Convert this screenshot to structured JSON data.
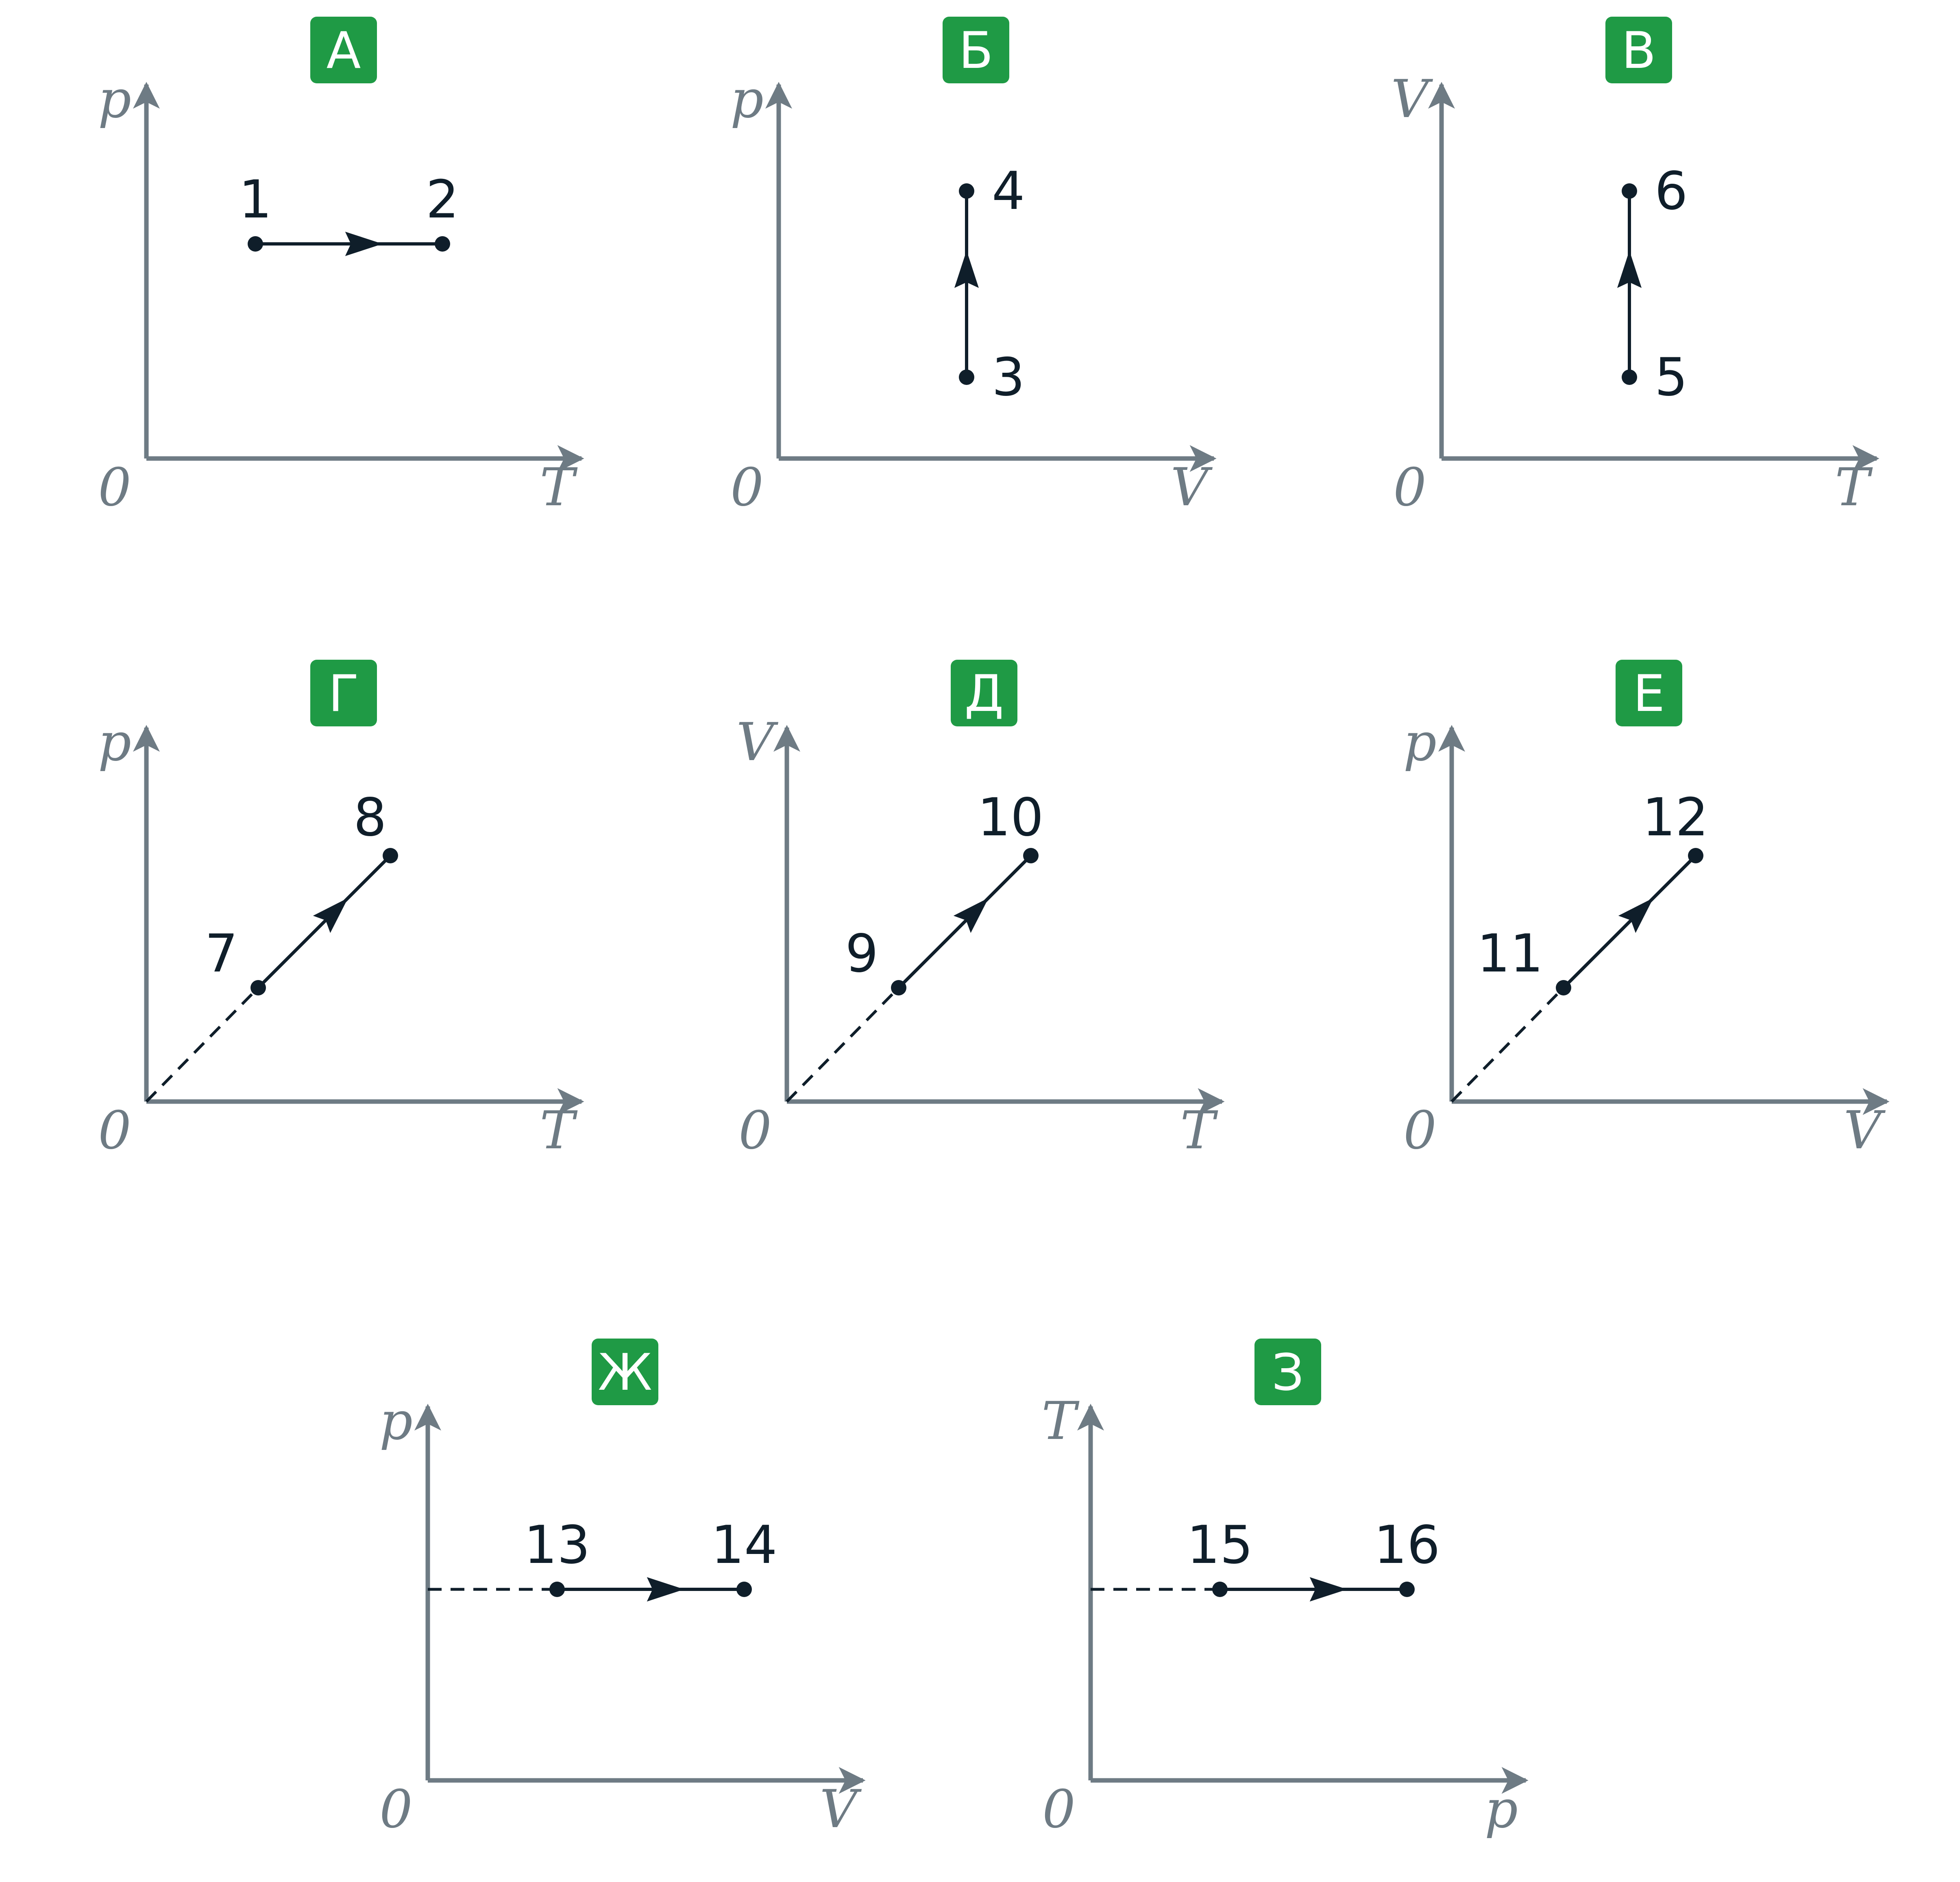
{
  "colors": {
    "badge": "#1f9a45",
    "badge_text": "#ffffff",
    "axis": "#6e7b84",
    "process": "#0f1e2a"
  },
  "panels": [
    {
      "id": "a",
      "badge": "А",
      "y_axis": "p",
      "x_axis": "T",
      "origin": "0",
      "path": "horizontal",
      "start": {
        "label": "1"
      },
      "end": {
        "label": "2"
      }
    },
    {
      "id": "b",
      "badge": "Б",
      "y_axis": "p",
      "x_axis": "V",
      "origin": "0",
      "path": "vertical",
      "start": {
        "label": "3"
      },
      "end": {
        "label": "4"
      }
    },
    {
      "id": "v",
      "badge": "В",
      "y_axis": "V",
      "x_axis": "T",
      "origin": "0",
      "path": "vertical",
      "start": {
        "label": "5"
      },
      "end": {
        "label": "6"
      }
    },
    {
      "id": "g",
      "badge": "Г",
      "y_axis": "p",
      "x_axis": "T",
      "origin": "0",
      "path": "diagonal-through-origin",
      "start": {
        "label": "7"
      },
      "end": {
        "label": "8"
      }
    },
    {
      "id": "d",
      "badge": "Д",
      "y_axis": "V",
      "x_axis": "T",
      "origin": "0",
      "path": "diagonal-through-origin",
      "start": {
        "label": "9"
      },
      "end": {
        "label": "10"
      }
    },
    {
      "id": "e",
      "badge": "Е",
      "y_axis": "p",
      "x_axis": "V",
      "origin": "0",
      "path": "diagonal-through-origin",
      "start": {
        "label": "11"
      },
      "end": {
        "label": "12"
      }
    },
    {
      "id": "zh",
      "badge": "Ж",
      "y_axis": "p",
      "x_axis": "V",
      "origin": "0",
      "path": "horizontal-with-dashed-projection",
      "start": {
        "label": "13"
      },
      "end": {
        "label": "14"
      }
    },
    {
      "id": "z",
      "badge": "З",
      "y_axis": "T",
      "x_axis": "p",
      "origin": "0",
      "path": "horizontal-with-dashed-projection",
      "start": {
        "label": "15"
      },
      "end": {
        "label": "16"
      }
    }
  ]
}
